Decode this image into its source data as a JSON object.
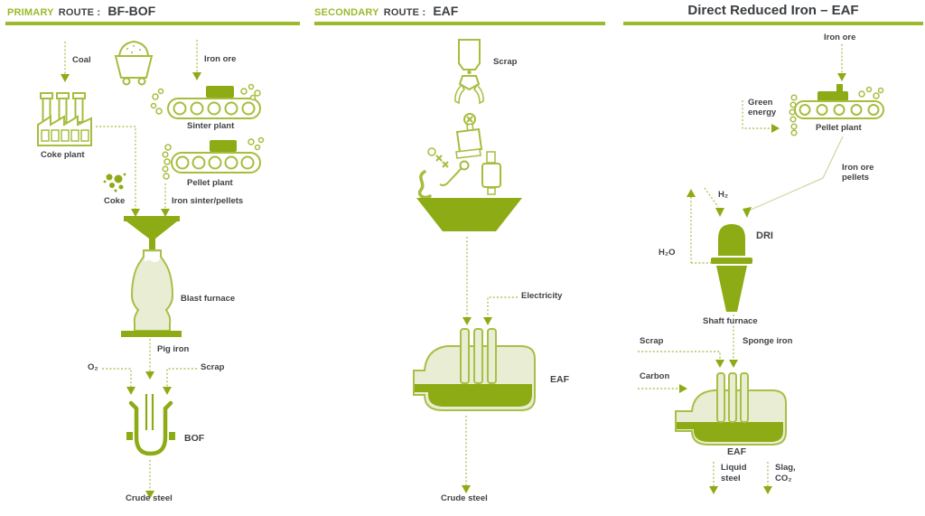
{
  "colors": {
    "accent_green": "#8dab15",
    "outline_green": "#a6bd3e",
    "light_fill": "#e9edd4",
    "dashed_green": "#b2c45f",
    "header_green": "#9cb92c",
    "text_dark": "#3f4245"
  },
  "panels": [
    {
      "header": {
        "accent": "PRIMARY",
        "label": "ROUTE :",
        "value": "BF-BOF"
      },
      "labels": {
        "coal": "Coal",
        "iron_ore": "Iron ore",
        "sinter_plant": "Sinter plant",
        "coke_plant": "Coke plant",
        "pellet_plant": "Pellet plant",
        "coke": "Coke",
        "iron_sinter_pellets": "Iron sinter/pellets",
        "blast_furnace": "Blast furnace",
        "pig_iron": "Pig iron",
        "o2": "O₂",
        "scrap": "Scrap",
        "bof": "BOF",
        "crude_steel": "Crude steel"
      }
    },
    {
      "header": {
        "accent": "SECONDARY",
        "label": "ROUTE :",
        "value": "EAF"
      },
      "labels": {
        "scrap": "Scrap",
        "electricity": "Electricity",
        "eaf": "EAF",
        "crude_steel": "Crude steel"
      }
    },
    {
      "title": "Direct Reduced Iron – EAF",
      "labels": {
        "iron_ore": "Iron ore",
        "green_energy": [
          "Green",
          "energy"
        ],
        "pellet_plant": "Pellet plant",
        "iron_ore_pellets": [
          "Iron ore",
          "pellets"
        ],
        "h2": "H₂",
        "dri": "DRI",
        "h2o": "H₂O",
        "shaft_furnace": "Shaft furnace",
        "scrap": "Scrap",
        "sponge_iron": "Sponge iron",
        "carbon": "Carbon",
        "eaf": "EAF",
        "liquid_steel": [
          "Liquid",
          "steel"
        ],
        "slag_co2": [
          "Slag,",
          "CO₂"
        ]
      }
    }
  ]
}
